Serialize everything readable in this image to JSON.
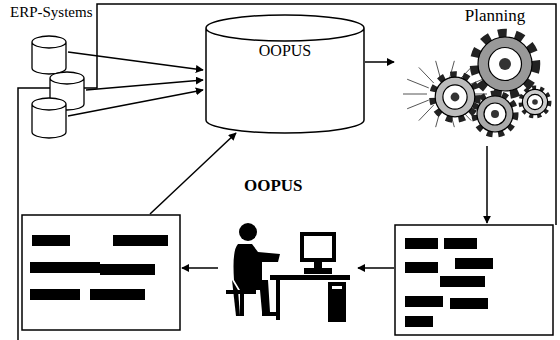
{
  "diagram": {
    "nodes": [
      {
        "text": [
          "OOPUS"
        ]
      },
      {
        "text": [
          "Planning"
        ]
      }
    ],
    "edges": [
      {
        "from": 0,
        "to": 1,
        "arrow": "to"
      }
    ],
    "labels": [
      "ERP-Systems",
      "OOPUS"
    ]
  }
}
